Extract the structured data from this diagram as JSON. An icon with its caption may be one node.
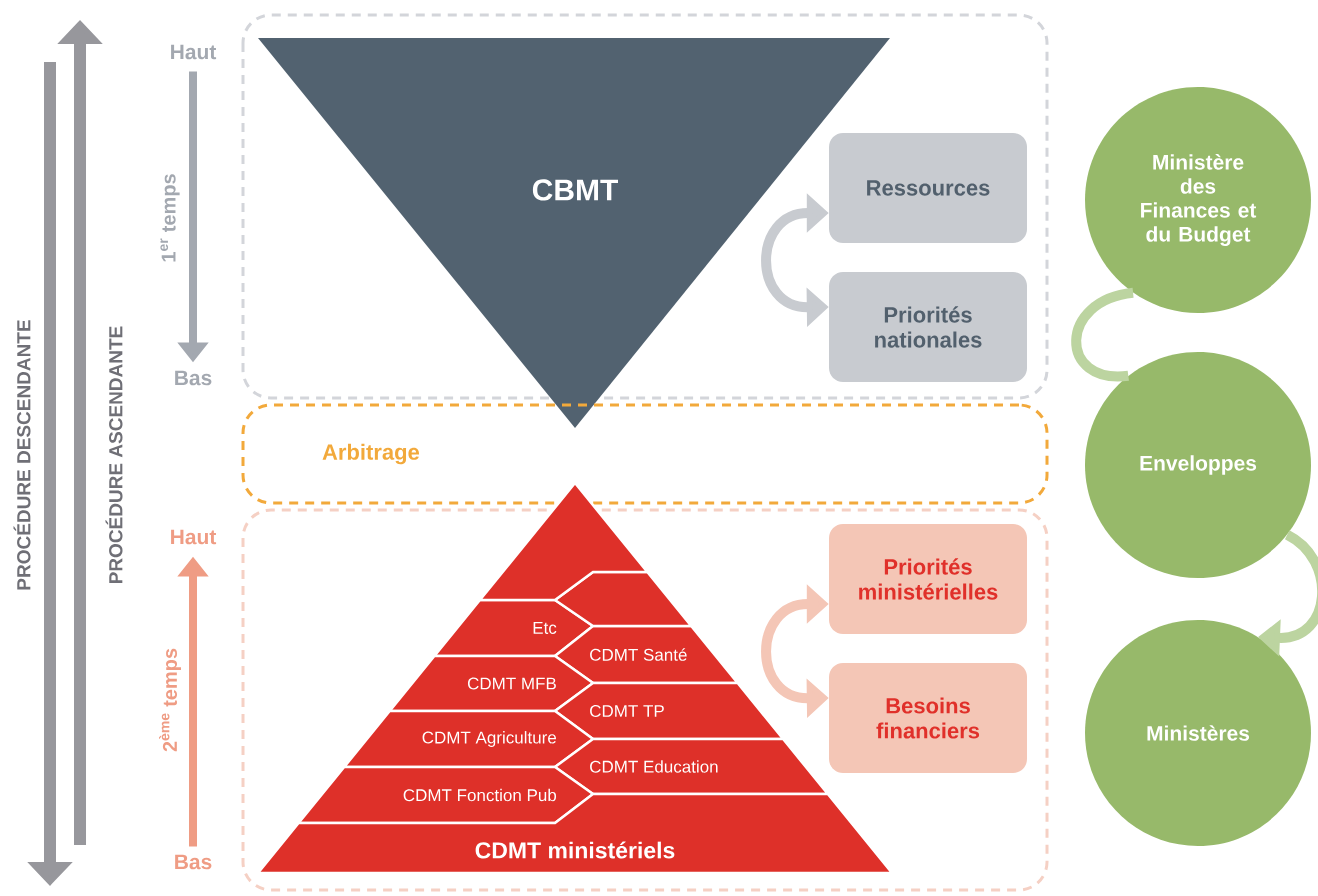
{
  "diagram": {
    "nodes": [
      {
        "text": [
          "Haut"
        ]
      },
      {
        "text": [
          "Bas"
        ]
      },
      {
        "text": [
          "Haut"
        ]
      },
      {
        "text": [
          "Bas"
        ]
      },
      {
        "text": [
          "CBMT"
        ]
      },
      {
        "text": [
          "Ressources"
        ]
      },
      {
        "text": [
          "Priorités nationales"
        ]
      },
      {
        "text": [
          "Arbitrage"
        ]
      },
      {
        "text": [],
        "shape": "triangle"
      },
      {
        "text": [],
        "shape": "box"
      },
      {
        "text": [
          "Etc"
        ]
      },
      {
        "text": [
          "CDMT Santé"
        ]
      },
      {
        "text": [
          "CDMT MFB"
        ]
      },
      {
        "text": [
          "CDMT TP"
        ]
      },
      {
        "text": [
          "CDMT Agriculture"
        ]
      },
      {
        "text": [
          "CDMT Education"
        ]
      },
      {
        "text": [
          "CDMT Fonction Pub"
        ]
      },
      {
        "text": [
          "CDMT ministériels"
        ]
      },
      {
        "text": [
          "Priorités ministérielles"
        ]
      },
      {
        "text": [
          "Besoins financiers"
        ]
      },
      {
        "text": [
          "Ministère des Finances et du Budget"
        ]
      },
      {
        "text": [
          "Enveloppes"
        ]
      },
      {
        "text": [
          "Ministères"
        ]
      }
    ],
    "edges": [
      {
        "from": 0,
        "to": 1,
        "arrow": "to",
        "label": "1$^{er}$ temps",
        "color": "#a3a8b0"
      },
      {
        "from": 3,
        "to": 2,
        "arrow": "to",
        "label": "2$^{ème}$ temps",
        "color": "#ef9c84"
      },
      {
        "from": 5,
        "to": 6,
        "arrow": "both",
        "color": "#c8cbd0"
      },
      {
        "from": 18,
        "to": 19,
        "arrow": "both",
        "color": "#f4c6b6"
      },
      {
        "from": 20,
        "to": 21,
        "arrow": "none",
        "color": "#bcd4a0"
      },
      {
        "from": 21,
        "to": 22,
        "arrow": "to",
        "color": "#bcd4a0"
      }
    ],
    "labels": [
      "PROCÉDURE DESCENDANTE",
      "PROCÉDURE ASCENDANTE"
    ]
  }
}
